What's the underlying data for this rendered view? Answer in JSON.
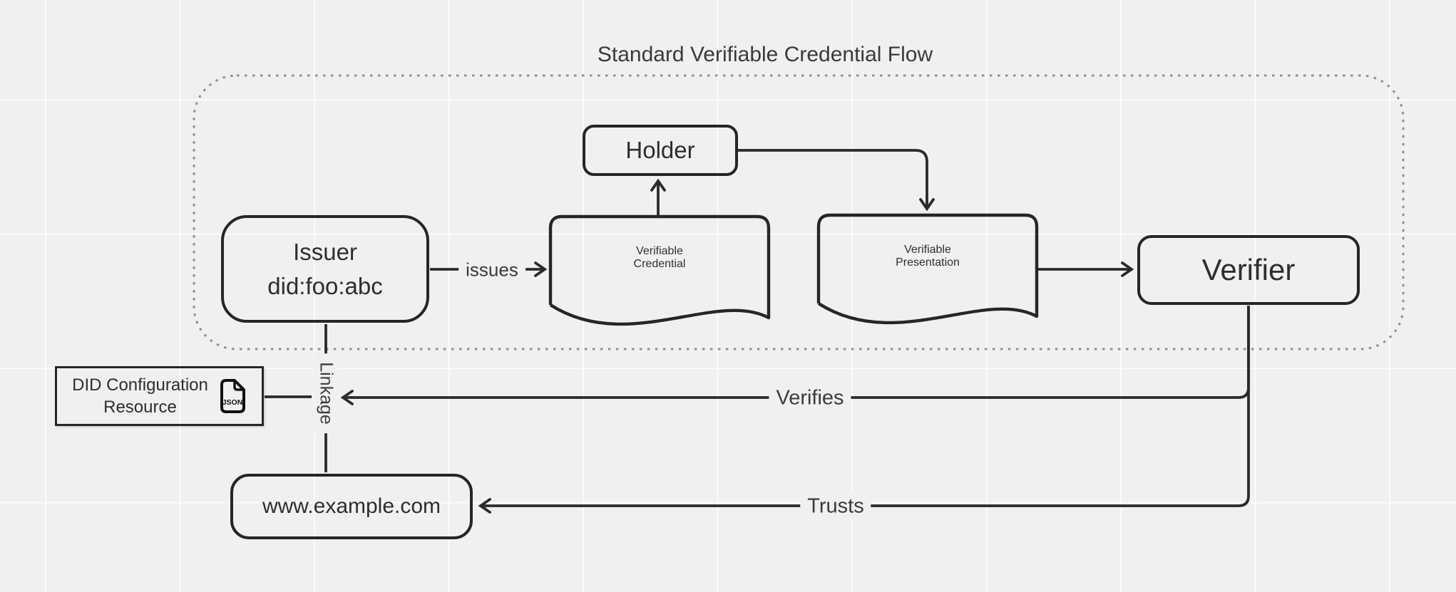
{
  "title": "Standard Verifiable Credential Flow",
  "nodes": {
    "holder": {
      "label": "Holder"
    },
    "issuer": {
      "line1": "Issuer",
      "line2": "did:foo:abc"
    },
    "verifiable_credential": {
      "line1": "Verifiable",
      "line2": "Credential"
    },
    "verifiable_presentation": {
      "line1": "Verifiable",
      "line2": "Presentation"
    },
    "verifier": {
      "label": "Verifier"
    },
    "did_configuration": {
      "line1": "DID Configuration",
      "line2": "Resource",
      "icon_label": "JSON"
    },
    "website": {
      "label": "www.example.com"
    }
  },
  "edges": {
    "issues": {
      "label": "issues"
    },
    "verifies": {
      "label": "Verifies"
    },
    "trusts": {
      "label": "Trusts"
    },
    "linkage": {
      "label": "Linkage"
    }
  },
  "colors": {
    "background": "#f0f0ee",
    "shape_stroke": "#262626",
    "connector_stroke": "#2a2a2a",
    "container_border": "#8f8f8f",
    "text": "#2e2e2e"
  }
}
